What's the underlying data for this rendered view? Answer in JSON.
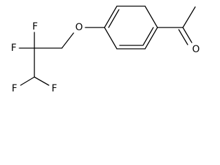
{
  "structure": {
    "atoms": {
      "oxygen_ether": "O",
      "oxygen_carbonyl": "O",
      "fluorine_upper_left": "F",
      "fluorine_upper_right": "F",
      "fluorine_lower_left": "F",
      "fluorine_lower_right": "F"
    },
    "colors": {
      "bond": "#000000",
      "label": "#000000",
      "background": "#ffffff"
    }
  }
}
